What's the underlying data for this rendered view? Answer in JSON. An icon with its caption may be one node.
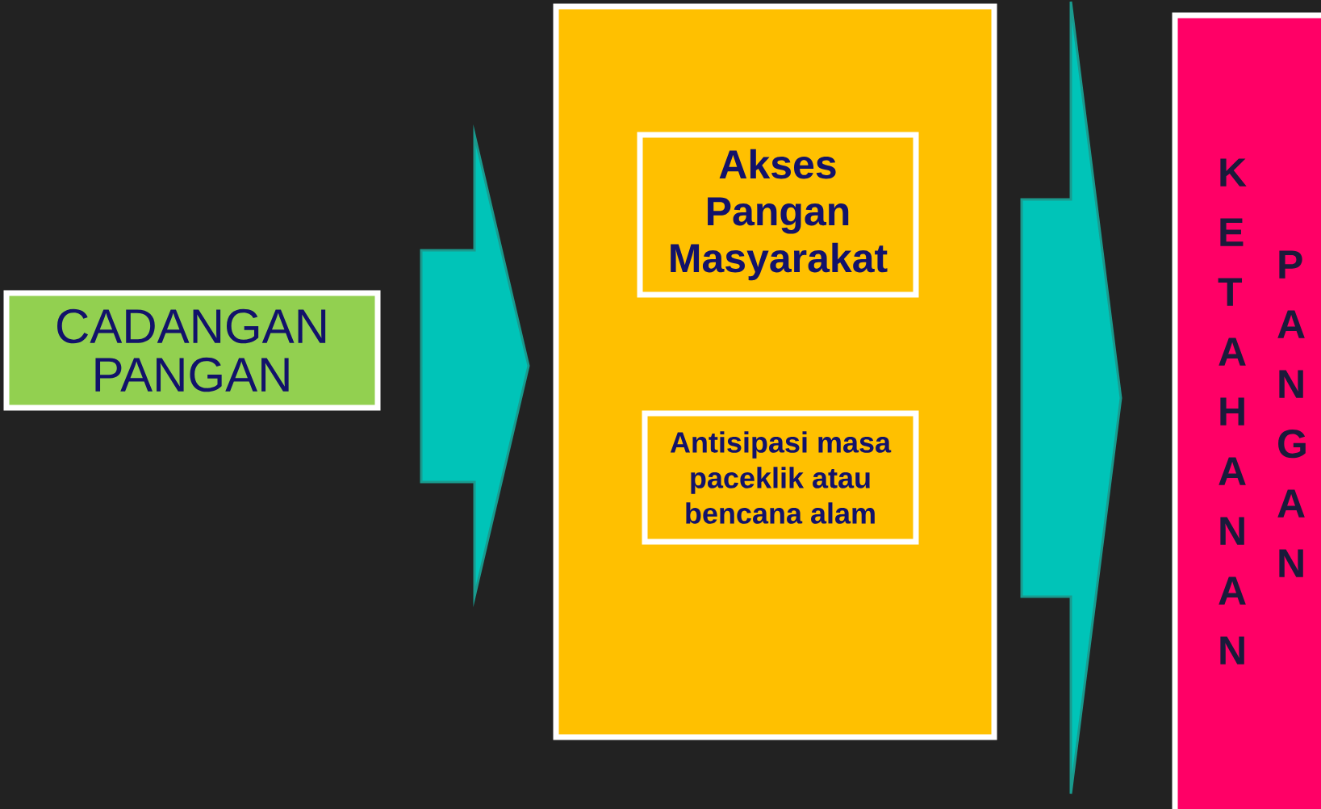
{
  "diagram": {
    "nodes": [
      {
        "text": [
          "CADANGAN PANGAN"
        ]
      },
      {
        "text": [],
        "shape": "box"
      },
      {
        "text": [
          "Akses Pangan Masyarakat"
        ],
        "in": 1
      },
      {
        "text": [
          "Antisipasi masa paceklik  atau bencana alam"
        ],
        "in": 1
      },
      {
        "text": [
          "KETAHANAN",
          "PANGAN"
        ]
      }
    ],
    "edges": [
      {
        "from": 0,
        "to": 1,
        "arrow": "to"
      },
      {
        "from": 1,
        "to": 4,
        "arrow": "to"
      }
    ]
  }
}
